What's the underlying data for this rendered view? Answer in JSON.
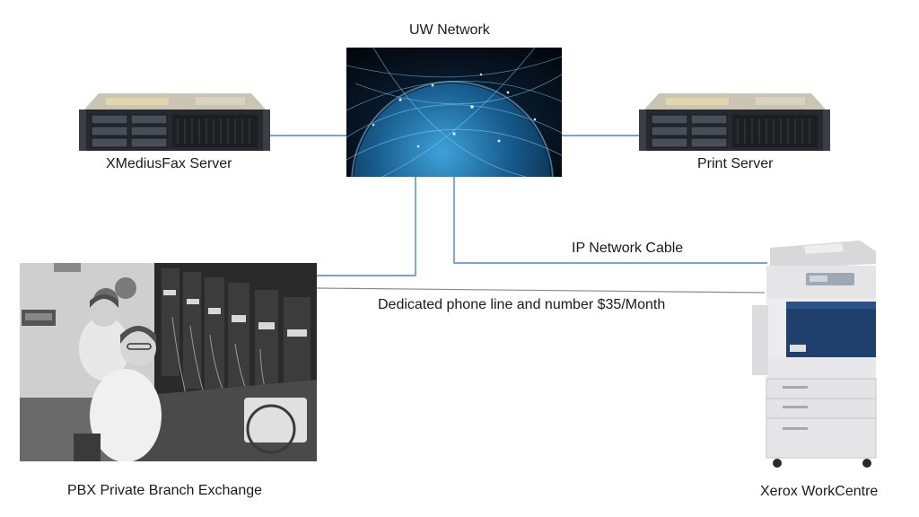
{
  "diagram": {
    "nodes": {
      "network": {
        "label": "UW Network",
        "icon": "globe-network-icon"
      },
      "fax_server": {
        "label": "XMediusFax Server",
        "icon": "rack-server-icon"
      },
      "print_server": {
        "label": "Print Server",
        "icon": "rack-server-icon"
      },
      "pbx": {
        "label": "PBX Private Branch Exchange",
        "icon": "switchboard-operators-photo"
      },
      "printer": {
        "label": "Xerox WorkCentre",
        "icon": "multifunction-printer-icon"
      }
    },
    "edges": {
      "ip_cable": {
        "label": "IP Network Cable",
        "color": "#4a86c8"
      },
      "phone_line": {
        "label": "Dedicated phone line and number $35/Month",
        "color": "#8a8a8a"
      }
    }
  }
}
